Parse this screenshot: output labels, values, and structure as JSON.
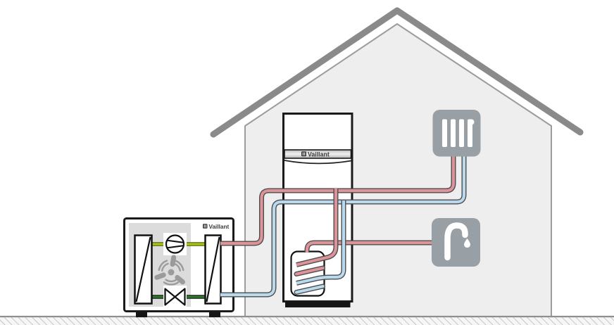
{
  "brand": {
    "name": "Vaillant"
  },
  "outdoor_unit": {
    "logo_text": "Vaillant"
  },
  "indoor_unit": {
    "logo_text": "Vaillant"
  },
  "colors": {
    "pipe_hot": "#dd9499",
    "pipe_cold": "#b9d9ee",
    "pipe_outline": "#4d4d4d",
    "refrigerant_light_green": "#a9c714",
    "refrigerant_dark_green": "#2e7a28",
    "roof_gray": "#8a8a8a",
    "house_fill": "#eeeeee",
    "house_outline": "#9c9c9c",
    "appliance_icon_gray": "#99a0a5",
    "unit_panel_gray": "#dcdcdc",
    "fan_gray": "#9b9b9b"
  },
  "icons": [
    {
      "name": "radiator-icon",
      "shape": "rounded square, 4 white bars + thermostat dot"
    },
    {
      "name": "tap-icon",
      "shape": "rounded square, white faucet + droplet"
    },
    {
      "name": "fan-icon",
      "shape": "3-blade propeller with air arcs"
    },
    {
      "name": "compressor-icon",
      "shape": "circle with converging chords"
    },
    {
      "name": "expansion-valve-icon",
      "shape": "bow-tie valve"
    },
    {
      "name": "heat-exchanger-icon",
      "shape": "rectangle with diagonal"
    }
  ]
}
